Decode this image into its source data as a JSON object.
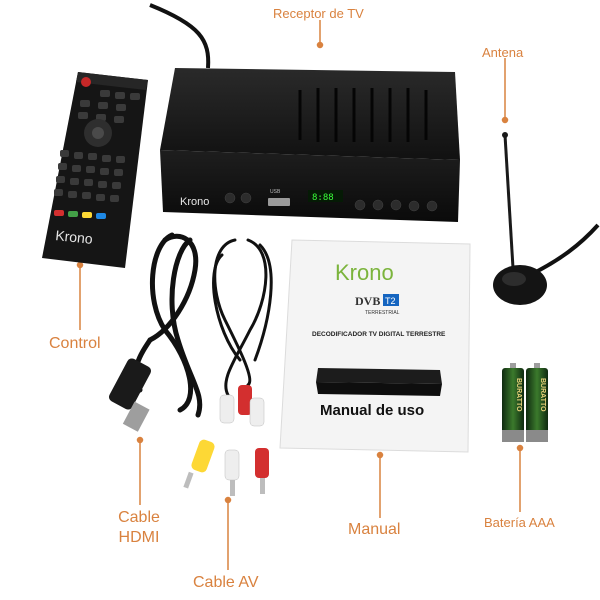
{
  "labels": {
    "receptor": "Receptor de TV",
    "antena": "Antena",
    "control": "Control",
    "cable_hdmi_line1": "Cable",
    "cable_hdmi_line2": "HDMI",
    "cable_av": "Cable AV",
    "manual": "Manual",
    "bateria": "Batería AAA"
  },
  "receiver": {
    "brand": "Krono",
    "display": "8:88",
    "usb_label": "USB"
  },
  "remote": {
    "brand": "Krono"
  },
  "manual_booklet": {
    "brand": "Krono",
    "dvb_text": "DVB",
    "dvb_t2": "T2",
    "terrestrial": "TERRESTRIAL",
    "subtitle": "DECODIFICADOR TV DIGITAL TERRESTRE",
    "title": "Manual de uso"
  },
  "battery": {
    "brand": "BURATTO"
  },
  "colors": {
    "label_orange": "#d9823f",
    "device_black": "#161616",
    "brand_green": "#7bb43c"
  }
}
